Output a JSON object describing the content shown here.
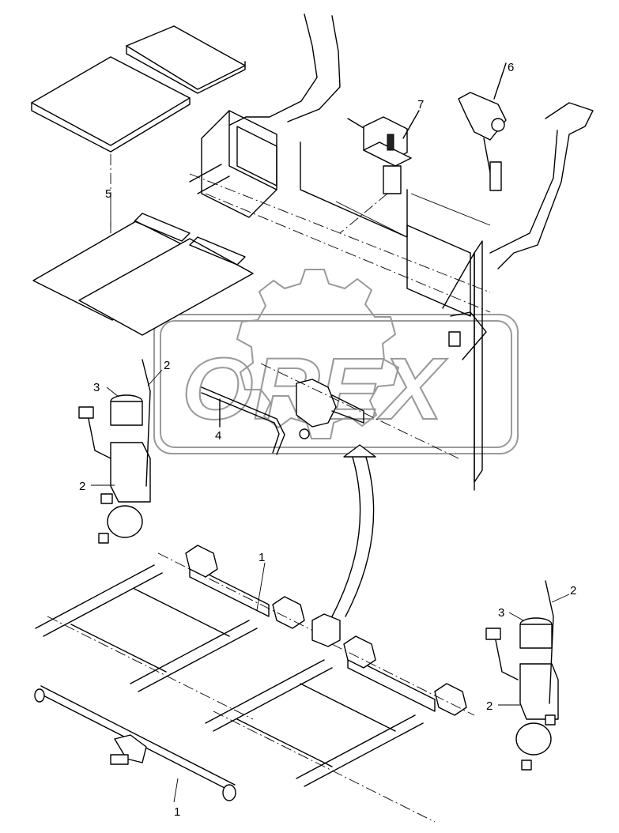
{
  "watermark": {
    "text": "OREX"
  },
  "callouts": [
    {
      "id": "c1a",
      "label": "1"
    },
    {
      "id": "c1b",
      "label": "1"
    },
    {
      "id": "c2a",
      "label": "2"
    },
    {
      "id": "c2b",
      "label": "2"
    },
    {
      "id": "c2c",
      "label": "2"
    },
    {
      "id": "c2d",
      "label": "2"
    },
    {
      "id": "c3a",
      "label": "3"
    },
    {
      "id": "c3b",
      "label": "3"
    },
    {
      "id": "c4",
      "label": "4"
    },
    {
      "id": "c5",
      "label": "5"
    },
    {
      "id": "c6",
      "label": "6"
    },
    {
      "id": "c7",
      "label": "7"
    }
  ]
}
